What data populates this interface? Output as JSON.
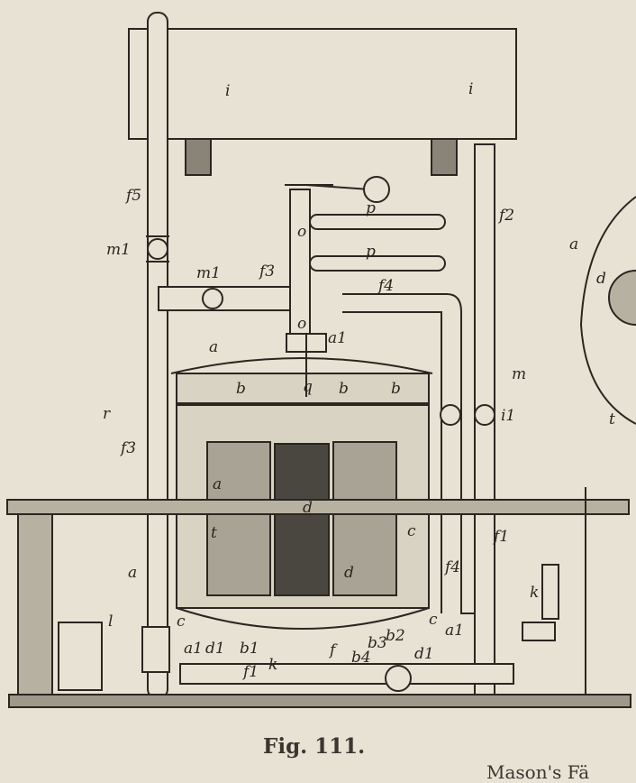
{
  "figure": {
    "caption": "Fig. 111.",
    "running_text": "Mason's Fä",
    "labels": {
      "tank_left": "i",
      "tank_right": "i",
      "f5": "f5",
      "f2": "f2",
      "m1_left": "m1",
      "m1_mid": "m1",
      "f3_top": "f3",
      "o_upper": "o",
      "o_lower": "o",
      "p_upper": "p",
      "p_lower": "p",
      "f4_top": "f4",
      "a_lid": "a",
      "a1_lid": "a1",
      "q": "q",
      "b1": "b",
      "b2": "b",
      "b3": "b",
      "r": "r",
      "f3_left": "f3",
      "m": "m",
      "i1": "i1",
      "a_left": "a",
      "d_center": "d",
      "t_left": "t",
      "c_right": "c",
      "d_right": "d",
      "a_low": "a",
      "f1_right": "f1",
      "f4_right": "f4",
      "k": "k",
      "l": "l",
      "c_bl": "c",
      "a1_b": "a1",
      "d1_b": "d1",
      "b1_b": "b1",
      "f1_b": "f1",
      "k_b": "k",
      "f_b": "f",
      "b4": "b4",
      "b3_b": "b3",
      "b2_b": "b2",
      "d1_r": "d1",
      "a1_r": "a1",
      "c_br": "c",
      "a_circle": "a",
      "d_circle": "d",
      "t_circle": "t"
    }
  }
}
